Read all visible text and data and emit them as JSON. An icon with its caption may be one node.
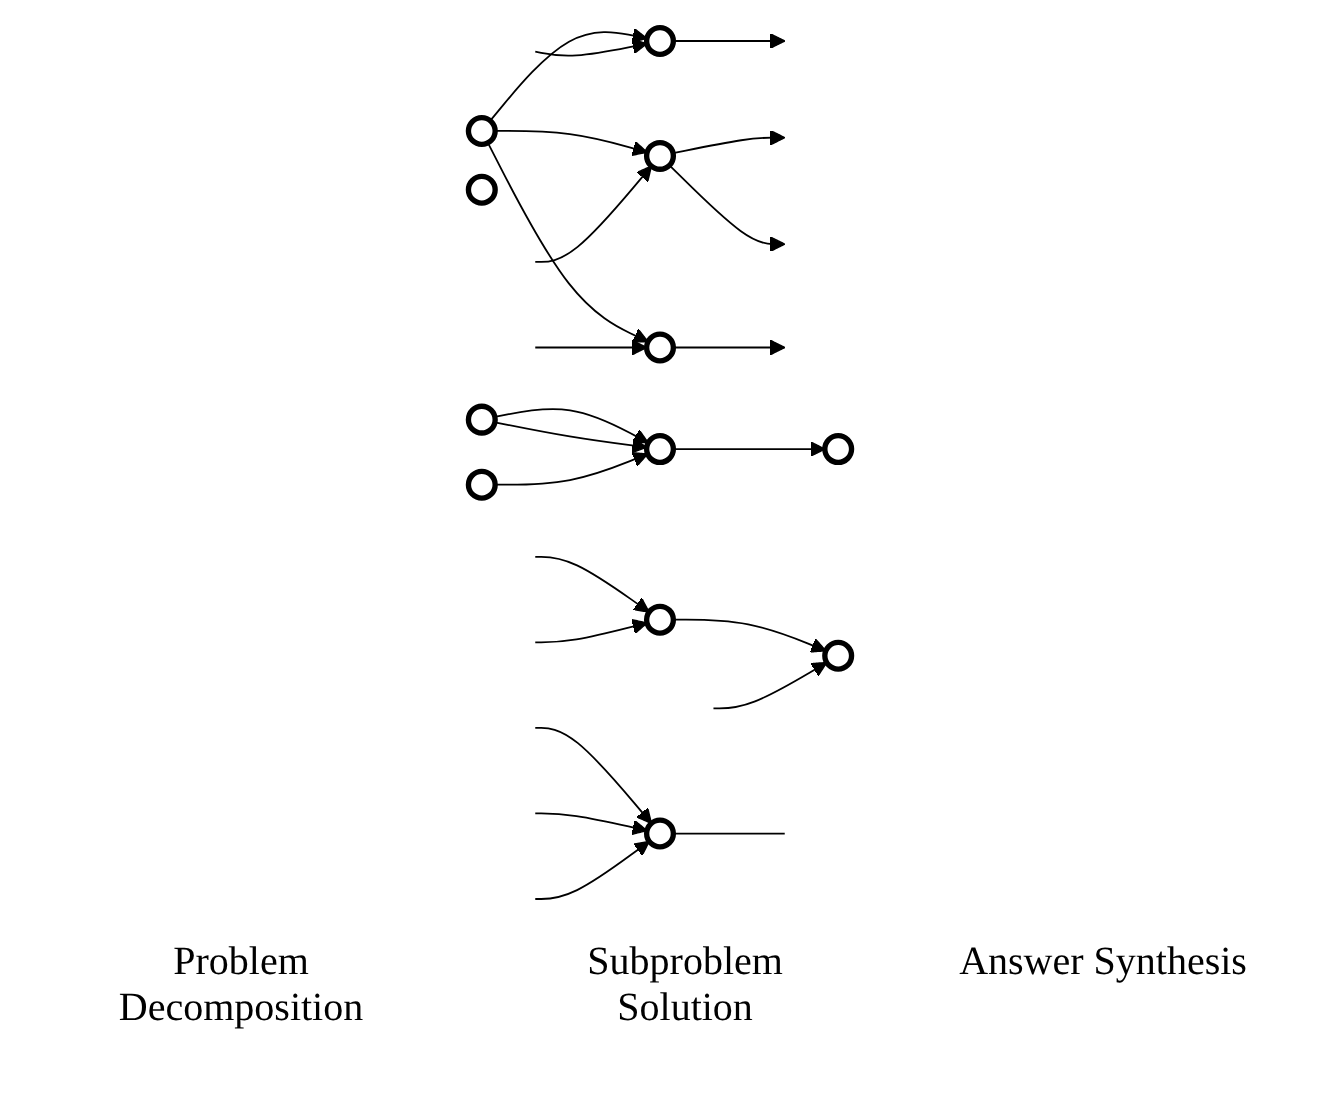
{
  "diagram": {
    "nodes": [
      {
        "text": [],
        "shape": "circle"
      },
      {
        "text": [],
        "shape": "circle"
      },
      {
        "text": [],
        "shape": "circle"
      },
      {
        "text": [],
        "shape": "circle"
      },
      {
        "text": [],
        "shape": "circle"
      },
      {
        "text": [],
        "shape": "circle"
      },
      {
        "text": [],
        "shape": "circle"
      },
      {
        "text": [],
        "shape": "circle"
      },
      {
        "text": [],
        "shape": "circle"
      },
      {
        "text": [],
        "shape": "circle"
      },
      {
        "text": [],
        "shape": "circle"
      },
      {
        "text": [],
        "shape": "circle"
      }
    ],
    "edges": [
      {
        "from": 0,
        "to": 1,
        "arrow": "to"
      },
      {
        "from": 0,
        "to": 2,
        "arrow": "to"
      },
      {
        "from": 0,
        "to": 3,
        "arrow": "to"
      },
      {
        "from": 1,
        "to": null,
        "arrow": "to"
      },
      {
        "from": null,
        "to": 1,
        "arrow": "to"
      },
      {
        "from": 2,
        "to": null,
        "arrow": "to"
      },
      {
        "from": 2,
        "to": null,
        "arrow": "to"
      },
      {
        "from": null,
        "to": 2,
        "arrow": "to"
      },
      {
        "from": 3,
        "to": null,
        "arrow": "to"
      },
      {
        "from": null,
        "to": 3,
        "arrow": "to"
      },
      {
        "from": 4,
        "to": 6,
        "arrow": "to"
      },
      {
        "from": 4,
        "to": 6,
        "arrow": "to"
      },
      {
        "from": 8,
        "to": 6,
        "arrow": "to"
      },
      {
        "from": 6,
        "to": 7,
        "arrow": "to"
      },
      {
        "from": null,
        "to": 9,
        "arrow": "to"
      },
      {
        "from": null,
        "to": 9,
        "arrow": "to"
      },
      {
        "from": 9,
        "to": 11,
        "arrow": "to"
      },
      {
        "from": null,
        "to": 11,
        "arrow": "to"
      },
      {
        "from": null,
        "to": 10,
        "arrow": "to"
      },
      {
        "from": null,
        "to": 10,
        "arrow": "to"
      },
      {
        "from": null,
        "to": 10,
        "arrow": "to"
      },
      {
        "from": 10,
        "to": null,
        "arrow": "none"
      }
    ],
    "labels": [
      "Problem Decomposition",
      "Subproblem Solution",
      "Answer Synthesis"
    ]
  }
}
